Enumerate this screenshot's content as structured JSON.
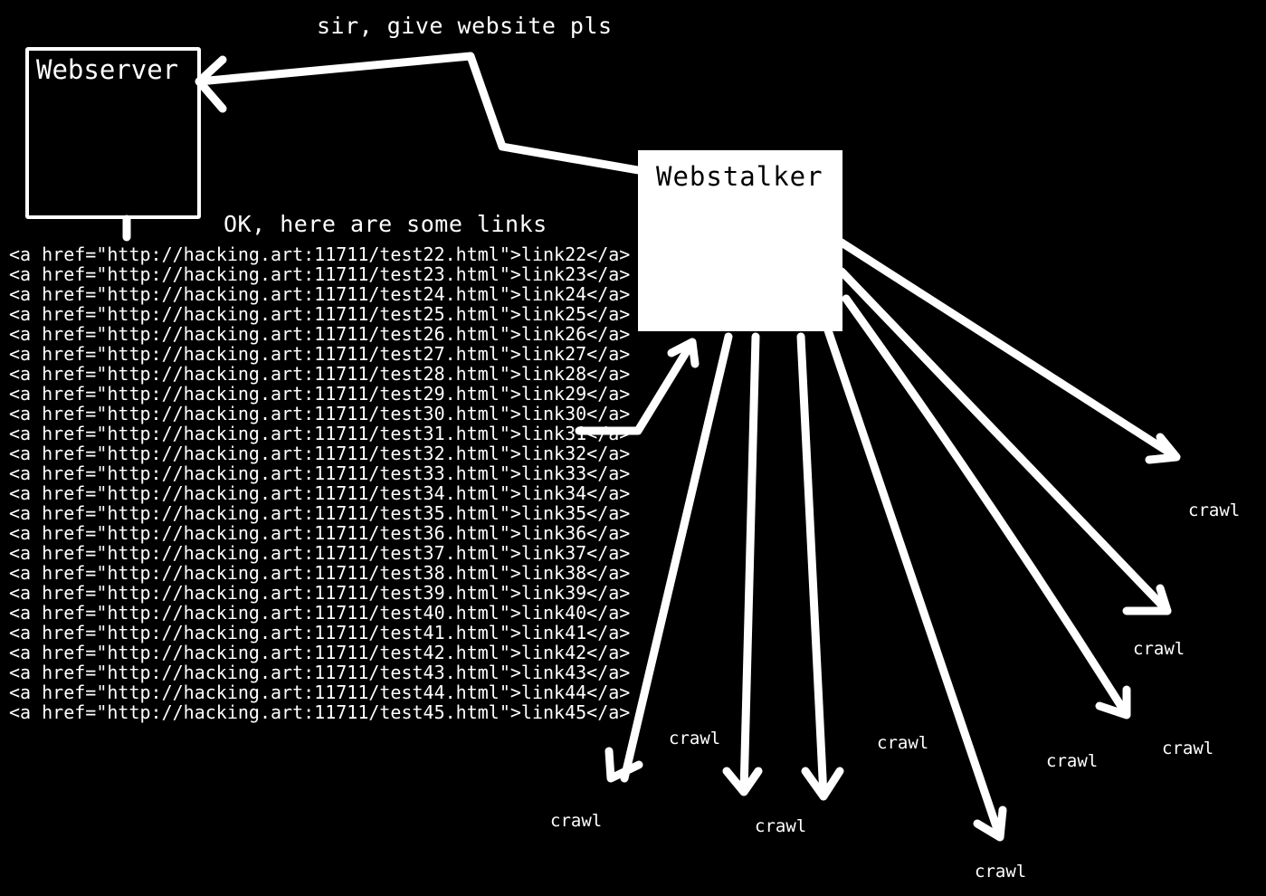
{
  "request_label": "sir, give website pls",
  "response_label": "OK, here are some links",
  "webserver": {
    "title": "Webserver"
  },
  "webstalker": {
    "title": "Webstalker"
  },
  "links": [
    "<a href=\"http://hacking.art:11711/test22.html\">link22</a>",
    "<a href=\"http://hacking.art:11711/test23.html\">link23</a>",
    "<a href=\"http://hacking.art:11711/test24.html\">link24</a>",
    "<a href=\"http://hacking.art:11711/test25.html\">link25</a>",
    "<a href=\"http://hacking.art:11711/test26.html\">link26</a>",
    "<a href=\"http://hacking.art:11711/test27.html\">link27</a>",
    "<a href=\"http://hacking.art:11711/test28.html\">link28</a>",
    "<a href=\"http://hacking.art:11711/test29.html\">link29</a>",
    "<a href=\"http://hacking.art:11711/test30.html\">link30</a>",
    "<a href=\"http://hacking.art:11711/test31.html\">link31</a>",
    "<a href=\"http://hacking.art:11711/test32.html\">link32</a>",
    "<a href=\"http://hacking.art:11711/test33.html\">link33</a>",
    "<a href=\"http://hacking.art:11711/test34.html\">link34</a>",
    "<a href=\"http://hacking.art:11711/test35.html\">link35</a>",
    "<a href=\"http://hacking.art:11711/test36.html\">link36</a>",
    "<a href=\"http://hacking.art:11711/test37.html\">link37</a>",
    "<a href=\"http://hacking.art:11711/test38.html\">link38</a>",
    "<a href=\"http://hacking.art:11711/test39.html\">link39</a>",
    "<a href=\"http://hacking.art:11711/test40.html\">link40</a>",
    "<a href=\"http://hacking.art:11711/test41.html\">link41</a>",
    "<a href=\"http://hacking.art:11711/test42.html\">link42</a>",
    "<a href=\"http://hacking.art:11711/test43.html\">link43</a>",
    "<a href=\"http://hacking.art:11711/test44.html\">link44</a>",
    "<a href=\"http://hacking.art:11711/test45.html\">link45</a>"
  ],
  "crawl_labels": [
    "crawl",
    "crawl",
    "crawl",
    "crawl",
    "crawl",
    "crawl",
    "crawl",
    "crawl",
    "crawl"
  ]
}
